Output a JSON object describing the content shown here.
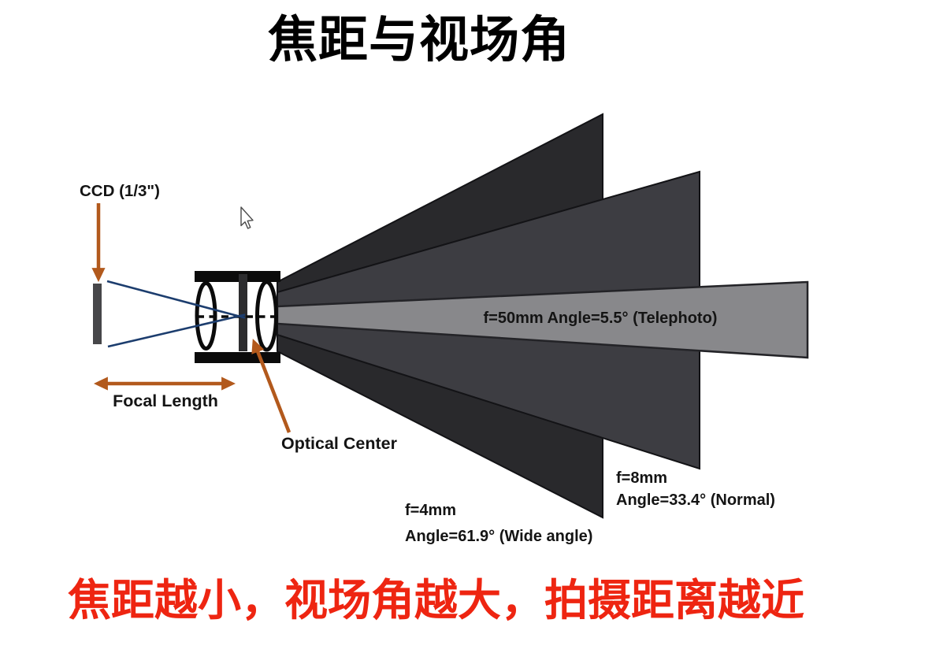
{
  "title": {
    "text": "焦距与视场角"
  },
  "caption": {
    "text": "焦距越小，视场角越大，拍摄距离越近",
    "color": "#ee2511"
  },
  "diagram": {
    "ccd": {
      "label": "CCD (1/3\")"
    },
    "focal_length": {
      "label": "Focal Length"
    },
    "optical_center": {
      "label": "Optical Center"
    },
    "wedges": {
      "wide": {
        "f": "f=4mm",
        "angle": "Angle=61.9° (Wide angle)",
        "color": "#29292c"
      },
      "normal": {
        "f": "f=8mm",
        "angle": "Angle=33.4° (Normal)",
        "color": "#3d3d42"
      },
      "telephoto": {
        "label": "f=50mm Angle=5.5° (Telephoto)",
        "color": "#88888b"
      }
    },
    "colors": {
      "arrow_accent": "#b2591c",
      "ray_blue": "#1c3d6e",
      "lens_black": "#0b0b0b",
      "sensor_gray": "#47474a"
    }
  }
}
